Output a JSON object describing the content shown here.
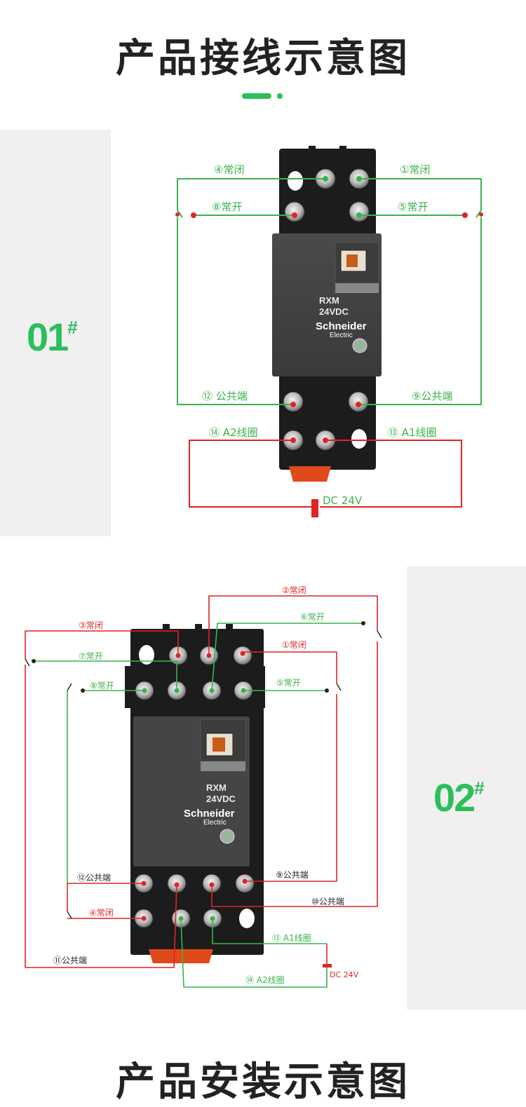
{
  "header": {
    "title": "产品接线示意图",
    "next_title": "产品安装示意图"
  },
  "colors": {
    "accent": "#2bbf5a",
    "wire_green": "#3bb34a",
    "wire_red": "#e02424"
  },
  "relay": {
    "model": "RXM",
    "voltage": "24VDC",
    "brand": "Schneider",
    "brand_sub": "Electric"
  },
  "diagram1": {
    "number": "01",
    "mark": "#",
    "labels": {
      "t4": "④常闭",
      "t1": "①常闭",
      "t8": "⑧常开",
      "t5": "⑤常开",
      "t12": "⑫ 公共端",
      "t9": "⑨公共端",
      "t14": "⑭ A2线圈",
      "t13": "⑬ A1线圈",
      "dc": "DC 24V"
    }
  },
  "diagram2": {
    "number": "02",
    "mark": "#",
    "labels": {
      "t2": "②常闭",
      "t6": "⑥常开",
      "t3": "③常闭",
      "t1": "①常闭",
      "t7": "⑦常开",
      "t8": "⑧常开",
      "t5": "⑤常开",
      "t12": "⑫公共端",
      "t9": "⑨公共端",
      "t10": "⑩公共端",
      "t4": "④常闭",
      "t13": "⑬ A1线圈",
      "dc": "DC 24V",
      "t11": "⑪公共端",
      "t14": "⑭ A2线圈"
    }
  }
}
